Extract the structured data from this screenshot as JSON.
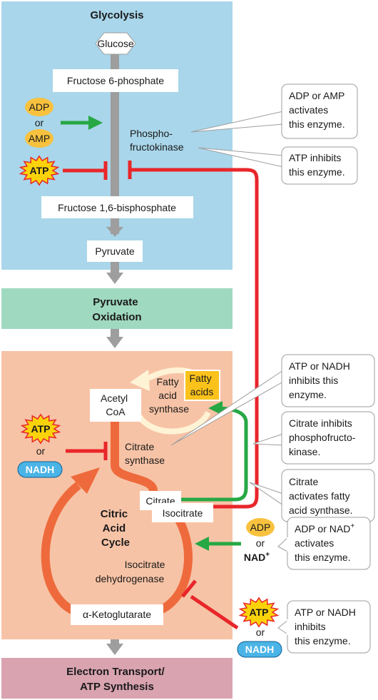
{
  "colors": {
    "glycolysis_bg": "#a9d6ea",
    "oxidation_bg": "#9fd9c0",
    "cycle_bg": "#f7c3a6",
    "transport_bg": "#d9a3b0",
    "gray_path": "#9e9e9e",
    "orange_path": "#ee6a3c",
    "inhibit_red": "#e8262a",
    "activate_green": "#27a844",
    "adp_yellow": "#f8c23e",
    "nadh_blue": "#4bb4e6",
    "fatty_acids_yellow": "#fbc21b"
  },
  "sections": {
    "glycolysis": "Glycolysis",
    "pyruvate_oxidation": [
      "Pyruvate",
      "Oxidation"
    ],
    "citric_acid_cycle": [
      "Citric",
      "Acid",
      "Cycle"
    ],
    "electron_transport": [
      "Electron Transport/",
      "ATP Synthesis"
    ]
  },
  "molecules": {
    "glucose": "Glucose",
    "fructose_6_phosphate": "Fructose 6-phosphate",
    "fructose_bisphosphate": "Fructose 1,6-bisphosphate",
    "pyruvate": "Pyruvate",
    "acetyl_coa": [
      "Acetyl",
      "CoA"
    ],
    "citrate": "Citrate",
    "isocitrate": "Isocitrate",
    "alpha_ketoglutarate": "α-Ketoglutarate",
    "fatty_acids": [
      "Fatty",
      "acids"
    ]
  },
  "enzymes": {
    "phosphofructokinase": [
      "Phospho-",
      "fructokinase"
    ],
    "fatty_acid_synthase": [
      "Fatty",
      "acid",
      "synthase"
    ],
    "citrate_synthase": [
      "Citrate",
      "synthase"
    ],
    "isocitrate_dehydrogenase": [
      "Isocitrate",
      "dehydrogenase"
    ]
  },
  "effectors": {
    "adp": "ADP",
    "amp": "AMP",
    "atp": "ATP",
    "nadh": "NADH",
    "nad": "NAD",
    "nad_sup": "+",
    "or": "or"
  },
  "callouts": {
    "c1": [
      "ADP or AMP",
      "activates",
      "this enzyme."
    ],
    "c2": [
      "ATP inhibits",
      "this enzyme."
    ],
    "c3": [
      "ATP or NADH",
      "inhibits this",
      "enzyme."
    ],
    "c4": [
      "Citrate inhibits",
      "phosphofructo-",
      "kinase."
    ],
    "c5": [
      "Citrate",
      "activates fatty",
      "acid synthase."
    ],
    "c6_line1": "ADP or NAD",
    "c6_sup": "+",
    "c6_rest": [
      "activates",
      "this enzyme."
    ],
    "c7": [
      "ATP or NADH",
      "inhibits",
      "this enzyme."
    ]
  }
}
